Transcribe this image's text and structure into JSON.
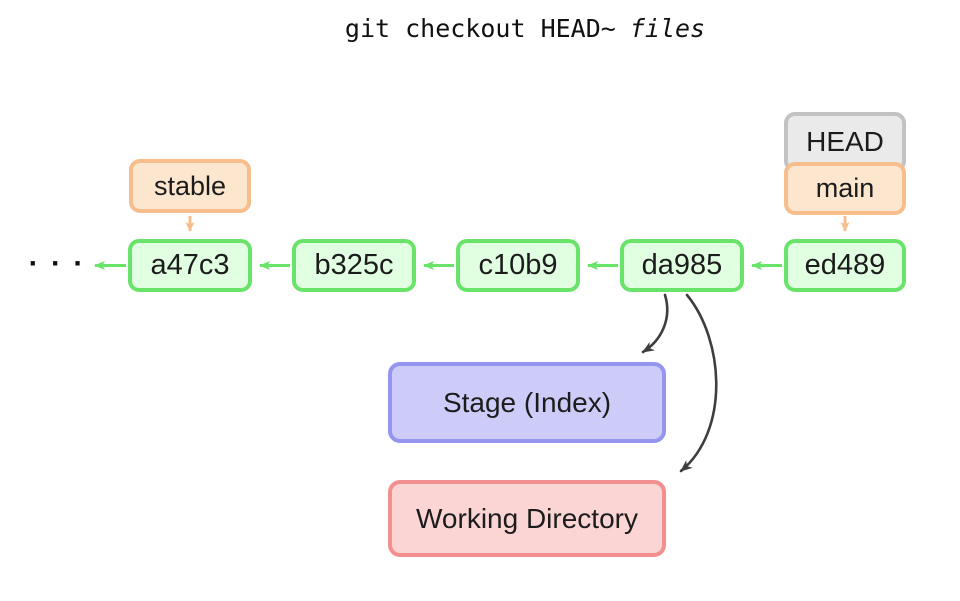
{
  "title": {
    "command": "git checkout HEAD~",
    "argument": "files"
  },
  "refs": {
    "head": {
      "label": "HEAD"
    },
    "main": {
      "label": "main"
    },
    "stable": {
      "label": "stable"
    }
  },
  "commits": {
    "ellipsis": "· · ·",
    "items": [
      {
        "id": "a47c3"
      },
      {
        "id": "b325c"
      },
      {
        "id": "c10b9"
      },
      {
        "id": "da985"
      },
      {
        "id": "ed489"
      }
    ]
  },
  "areas": {
    "stage": {
      "label": "Stage (Index)"
    },
    "working_directory": {
      "label": "Working Directory"
    }
  },
  "colors": {
    "commit_border": "#69e369",
    "commit_fill": "#e1ffe1",
    "ref_border": "#f6be8c",
    "ref_fill": "#fce6ce",
    "head_border": "#c3c3c3",
    "head_fill": "#eaeaea",
    "stage_border": "#9594ef",
    "stage_fill": "#cdccf8",
    "working_border": "#f28f8f",
    "working_fill": "#fbd4d4",
    "arrow_dark": "#3e3e3e",
    "text": "#1c1c1c"
  }
}
